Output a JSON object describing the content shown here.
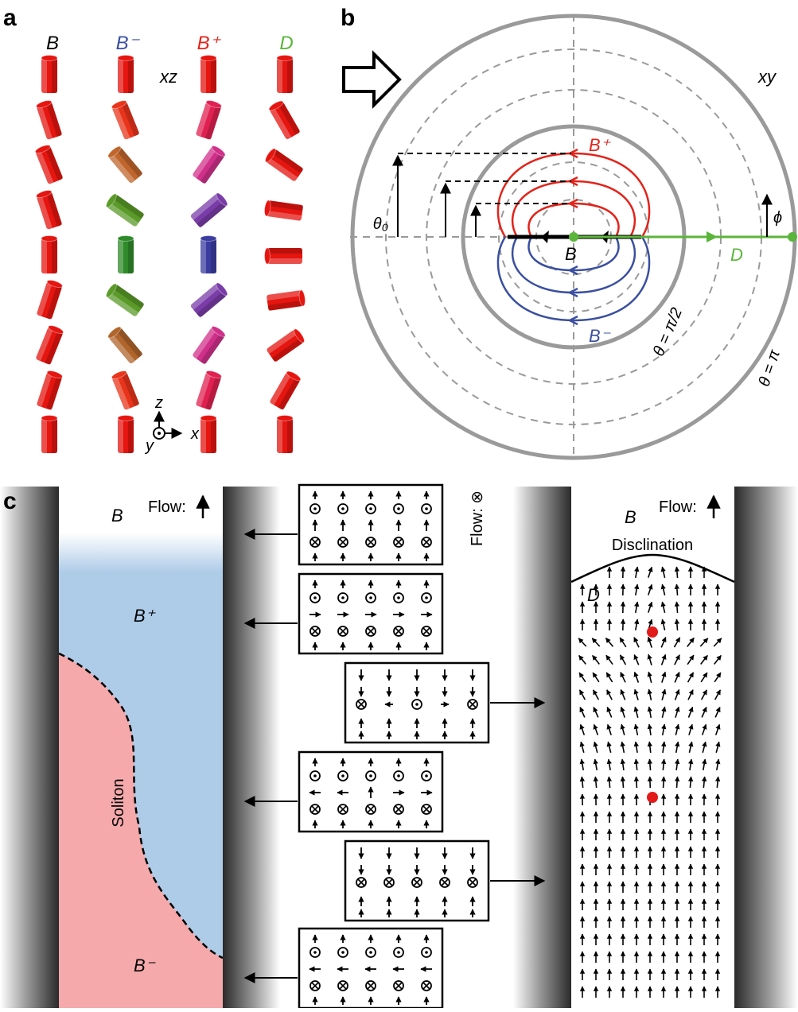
{
  "panel_a": {
    "letter": "a",
    "columns": [
      {
        "label": "B",
        "color": "#000000"
      },
      {
        "label": "B⁻",
        "color": "#3a4fa0"
      },
      {
        "label": "B⁺",
        "color": "#e2231a"
      },
      {
        "label": "D",
        "color": "#5ab53a"
      }
    ],
    "plane_label": "xz",
    "axes": {
      "z": "z",
      "x": "x",
      "y": "y"
    }
  },
  "panel_b": {
    "letter": "b",
    "plane_label": "xy",
    "labels": {
      "B_plus": "B⁺",
      "B": "B",
      "B_minus": "B⁻",
      "D": "D",
      "theta0": "θ₀",
      "phi": "ϕ",
      "theta_half_pi": "θ = π/2",
      "theta_pi": "θ = π"
    },
    "colors": {
      "B_plus": "#e2231a",
      "B_minus": "#3a4fa0",
      "D": "#5ab53a",
      "rings": "#9a9a9a"
    }
  },
  "panel_c": {
    "letter": "c",
    "left": {
      "flow_label": "Flow:",
      "B": "B",
      "B_plus": "B⁺",
      "B_minus": "B⁻",
      "soliton": "Soliton"
    },
    "middle": {
      "flow_label": "Flow: ⊗"
    },
    "right": {
      "flow_label": "Flow:",
      "B": "B",
      "disclination": "Disclination",
      "D": "D"
    },
    "colors": {
      "blue_region": "#aecbe8",
      "pink_region": "#f5a9ab",
      "defect": "#e21a1a"
    }
  }
}
